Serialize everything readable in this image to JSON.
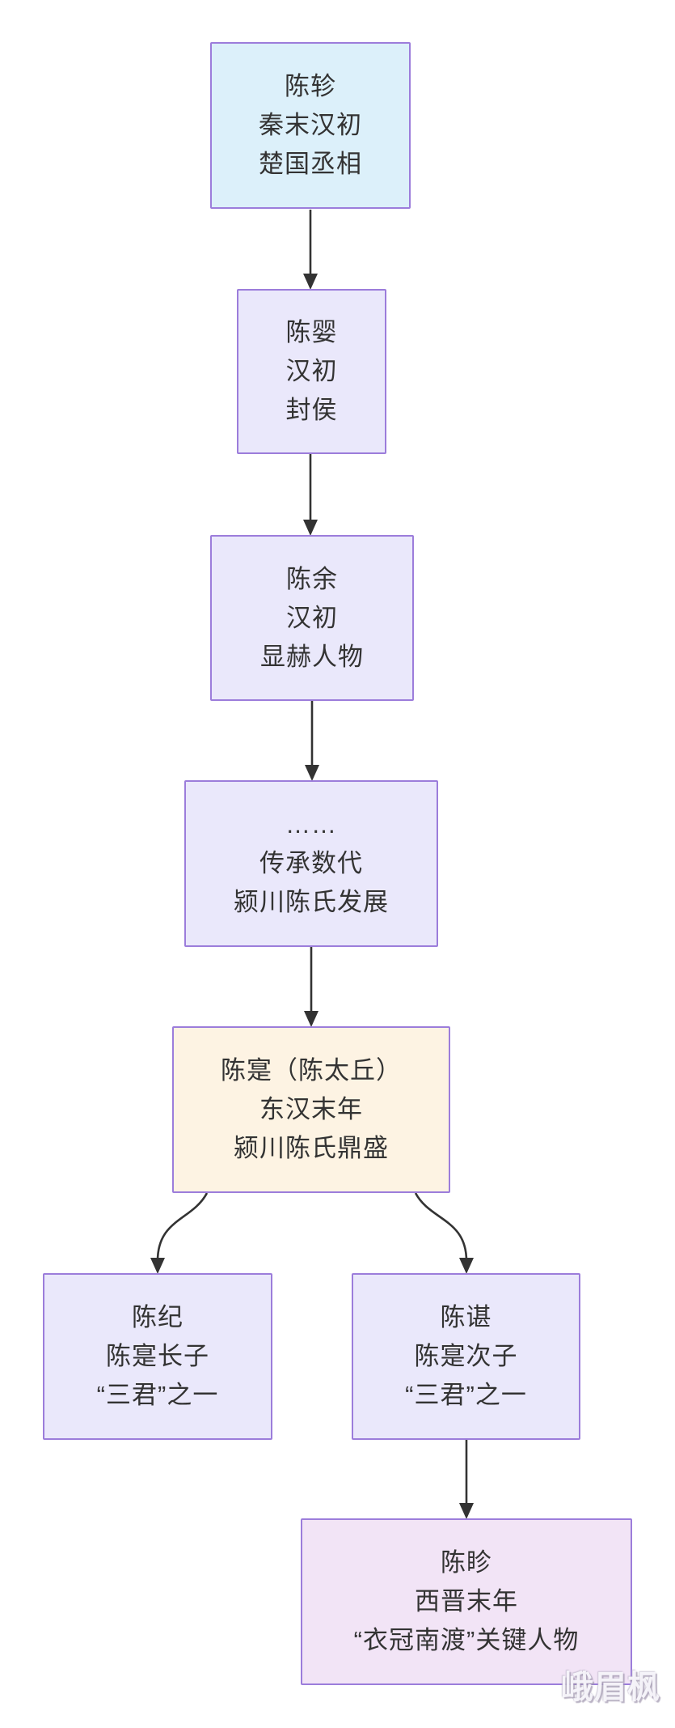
{
  "diagram": {
    "type": "flowchart",
    "background": "#ffffff",
    "border_color": "#9c7ddb",
    "edge_color": "#333333",
    "text_color": "#333333",
    "watermark": "峨眉枫",
    "nodes": [
      {
        "id": "chen-zhen-qin",
        "lines": [
          "陈轸",
          "秦末汉初",
          "楚国丞相"
        ],
        "fill": "#dcf0fa"
      },
      {
        "id": "chen-ying",
        "lines": [
          "陈婴",
          "汉初",
          "封侯"
        ],
        "fill": "#eae8fb"
      },
      {
        "id": "chen-yu",
        "lines": [
          "陈余",
          "汉初",
          "显赫人物"
        ],
        "fill": "#eae8fb"
      },
      {
        "id": "generations",
        "lines": [
          "……",
          "传承数代",
          "颍川陈氏发展"
        ],
        "fill": "#eae8fb"
      },
      {
        "id": "chen-shi",
        "lines": [
          "陈寔（陈太丘）",
          "东汉末年",
          "颍川陈氏鼎盛"
        ],
        "fill": "#fdf3e3"
      },
      {
        "id": "chen-ji",
        "lines": [
          "陈纪",
          "陈寔长子",
          "“三君”之一"
        ],
        "fill": "#eae8fb"
      },
      {
        "id": "chen-chen",
        "lines": [
          "陈谌",
          "陈寔次子",
          "“三君”之一"
        ],
        "fill": "#eae8fb"
      },
      {
        "id": "chen-zhen-jin",
        "lines": [
          "陈眕",
          "西晋末年",
          "“衣冠南渡”关键人物"
        ],
        "fill": "#f2e4f6"
      }
    ],
    "edges": [
      {
        "from": "chen-zhen-qin",
        "to": "chen-ying"
      },
      {
        "from": "chen-ying",
        "to": "chen-yu"
      },
      {
        "from": "chen-yu",
        "to": "generations"
      },
      {
        "from": "generations",
        "to": "chen-shi"
      },
      {
        "from": "chen-shi",
        "to": "chen-ji"
      },
      {
        "from": "chen-shi",
        "to": "chen-chen"
      },
      {
        "from": "chen-chen",
        "to": "chen-zhen-jin"
      }
    ]
  }
}
